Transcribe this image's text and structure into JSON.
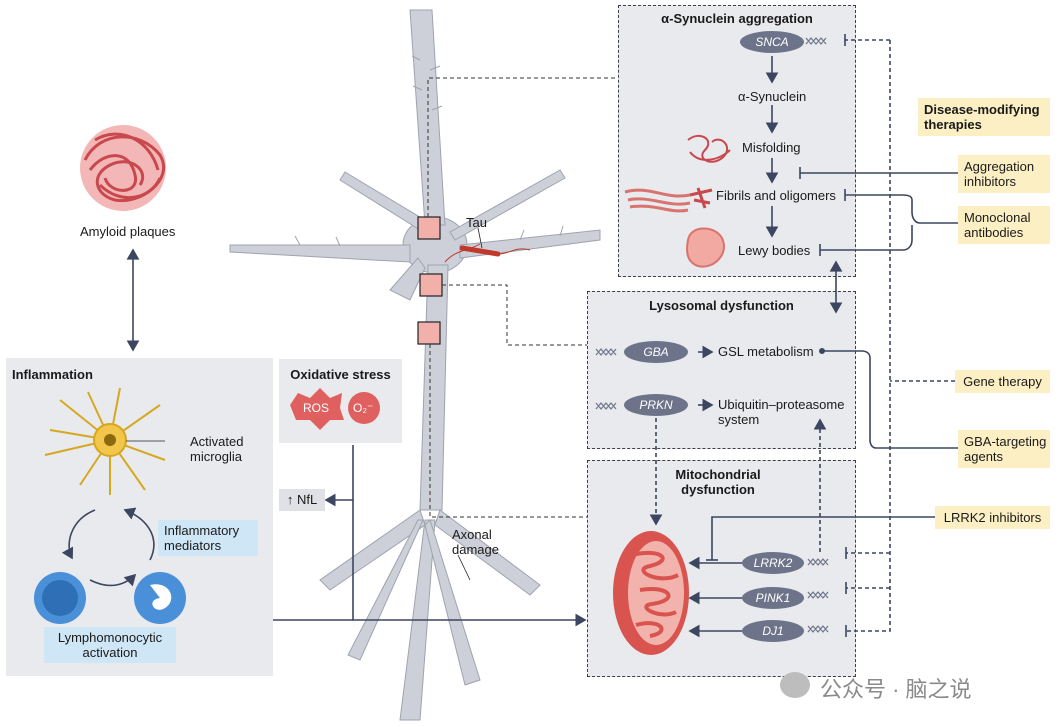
{
  "amyloid": {
    "label": "Amyloid plaques"
  },
  "inflammation": {
    "title": "Inflammation",
    "microglia": "Activated\nmicroglia",
    "mediators": "Inflammatory\nmediators",
    "lympho": "Lymphomonocytic\nactivation"
  },
  "oxidative": {
    "title": "Oxidative stress",
    "ros": "ROS",
    "o2": "O₂⁻"
  },
  "nfl": "↑ NfL",
  "neuron": {
    "tau": "Tau",
    "axonal": "Axonal\ndamage"
  },
  "synuclein": {
    "title": "α-Synuclein aggregation",
    "gene": "SNCA",
    "steps": [
      "α-Synuclein",
      "Misfolding",
      "Fibrils and oligomers",
      "Lewy bodies"
    ]
  },
  "lysosomal": {
    "title": "Lysosomal dysfunction",
    "gba": "GBA",
    "gsl": "GSL metabolism",
    "prkn": "PRKN",
    "ups": "Ubiquitin–proteasome\nsystem"
  },
  "mito": {
    "title": "Mitochondrial\ndysfunction",
    "genes": [
      "LRRK2",
      "PINK1",
      "DJ1"
    ]
  },
  "therapies": {
    "header": "Disease-modifying\ntherapies",
    "aggregation": "Aggregation\ninhibitors",
    "monoclonal": "Monoclonal\nantibodies",
    "gene": "Gene therapy",
    "gba_targeting": "GBA-targeting\nagents",
    "lrrk2": "LRRK2 inhibitors"
  },
  "watermark": "公众号 · 脑之说",
  "colors": {
    "panel": "#e9eaee",
    "therapy": "#fcefc4",
    "blue_box": "#cfe6f6",
    "gene": "#6d7389",
    "red": "#d9534f",
    "arrow": "#3c4660"
  }
}
